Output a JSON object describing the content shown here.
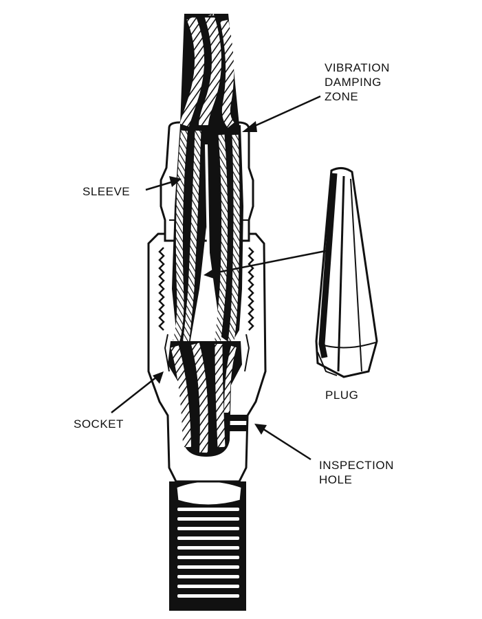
{
  "labels": {
    "vibration_damping_zone": "VIBRATION\nDAMPING\nZONE",
    "sleeve": "SLEEVE",
    "plug": "PLUG",
    "socket": "SOCKET",
    "inspection_hole": "INSPECTION\nHOLE"
  },
  "colors": {
    "ink": "#111111",
    "paper": "#ffffff"
  }
}
